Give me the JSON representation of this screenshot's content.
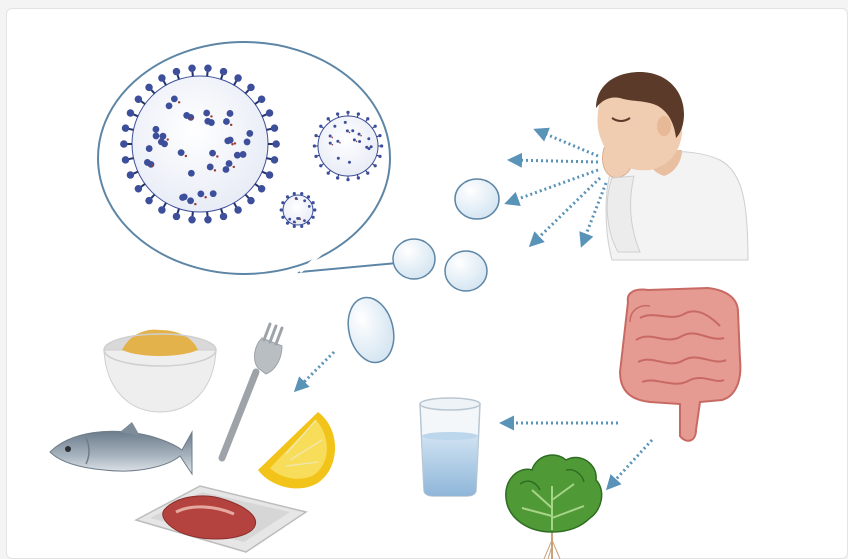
{
  "scene": {
    "elements": [
      {
        "id": "virus-magnified-view",
        "icon": "virus-icon"
      },
      {
        "id": "coughing-person",
        "icon": "person-coughing-icon"
      },
      {
        "id": "respiratory-droplets",
        "icon": "droplet-icon"
      },
      {
        "id": "food-items",
        "icon": "food-icon"
      },
      {
        "id": "intestines",
        "icon": "intestine-icon"
      },
      {
        "id": "water-glass",
        "icon": "glass-icon"
      },
      {
        "id": "leafy-plant",
        "icon": "plant-icon"
      }
    ],
    "arrows": [
      {
        "from": "coughing-person",
        "to": "respiratory-droplets",
        "style": "dotted"
      },
      {
        "from": "respiratory-droplets",
        "to": "food-items",
        "style": "dotted"
      },
      {
        "from": "intestines",
        "to": "water-glass",
        "style": "dotted"
      },
      {
        "from": "intestines",
        "to": "leafy-plant",
        "style": "dotted"
      }
    ]
  },
  "colors": {
    "background": "#ffffff",
    "virus_blue": "#3d4f9a",
    "virus_dark": "#27356f",
    "virus_dot": "#9b3b2e",
    "arrow": "#5a93b8",
    "bubble_outline": "#5d86a6",
    "droplet_fill": "#e6f0f7",
    "skin": "#f0cdb0",
    "hair": "#5b3a29",
    "shirt": "#f3f3f3",
    "intestine": "#e59a92",
    "intestine_dark": "#c86a63",
    "water": "#a8c9e6",
    "lettuce": "#4f9a36",
    "lemon": "#f2c318",
    "meat": "#b4423f",
    "fish": "#8c9aa8",
    "bowl": "#e9e9e9",
    "powder": "#e3b24a"
  }
}
